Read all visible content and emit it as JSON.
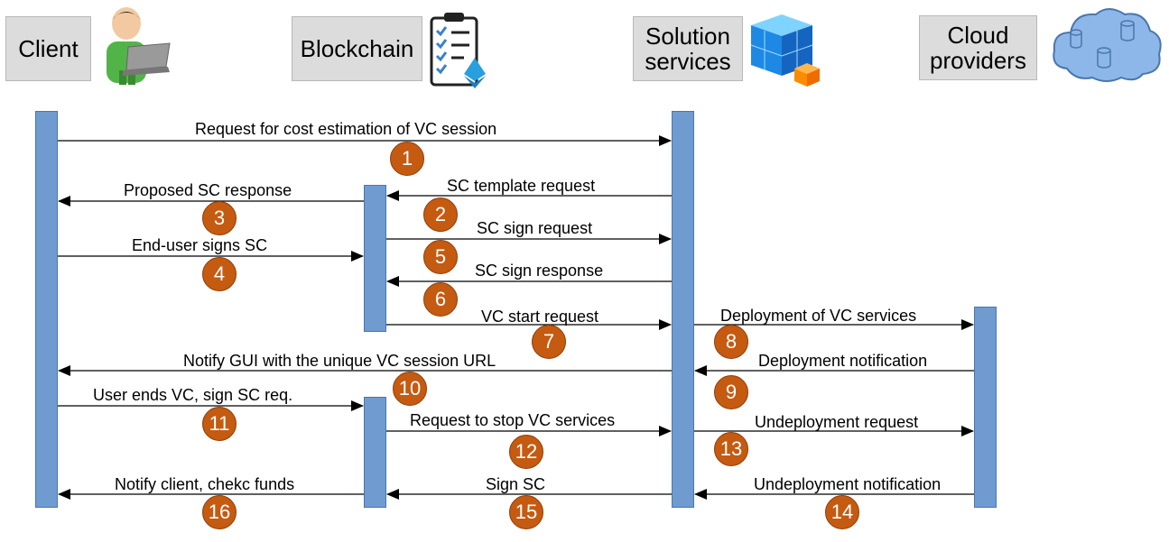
{
  "actors": {
    "client": "Client",
    "blockchain": "Blockchain",
    "solution_line1": "Solution",
    "solution_line2": "services",
    "cloud_line1": "Cloud",
    "cloud_line2": "providers"
  },
  "icons": {
    "client": "user-with-laptop-icon",
    "blockchain": "checklist-ethereum-icon",
    "solution": "cubes-icon",
    "cloud": "cloud-database-icon"
  },
  "colors": {
    "lifeline": "#6f9bd1",
    "step_badge": "#c55a11",
    "actor_box": "#dcdcdc"
  },
  "messages": [
    {
      "label": "Request for cost estimation of VC session",
      "step": "1"
    },
    {
      "label": "SC template request",
      "step": "2"
    },
    {
      "label": "Proposed SC response",
      "step": "3"
    },
    {
      "label": "End-user signs SC",
      "step": "4"
    },
    {
      "label": "SC sign request",
      "step": "5"
    },
    {
      "label": "SC sign response",
      "step": "6"
    },
    {
      "label": "VC start request",
      "step": "7"
    },
    {
      "label": "Deployment of VC services",
      "step": "8"
    },
    {
      "label": "Deployment notification",
      "step": "9"
    },
    {
      "label": "Notify GUI with the unique VC session URL",
      "step": "10"
    },
    {
      "label": "User ends VC, sign SC req.",
      "step": "11"
    },
    {
      "label": "Request to stop VC services",
      "step": "12"
    },
    {
      "label": "Undeployment request",
      "step": "13"
    },
    {
      "label": "Undeployment notification",
      "step": "14"
    },
    {
      "label": "Sign SC",
      "step": "15"
    },
    {
      "label": "Notify client, chekc funds",
      "step": "16"
    }
  ]
}
